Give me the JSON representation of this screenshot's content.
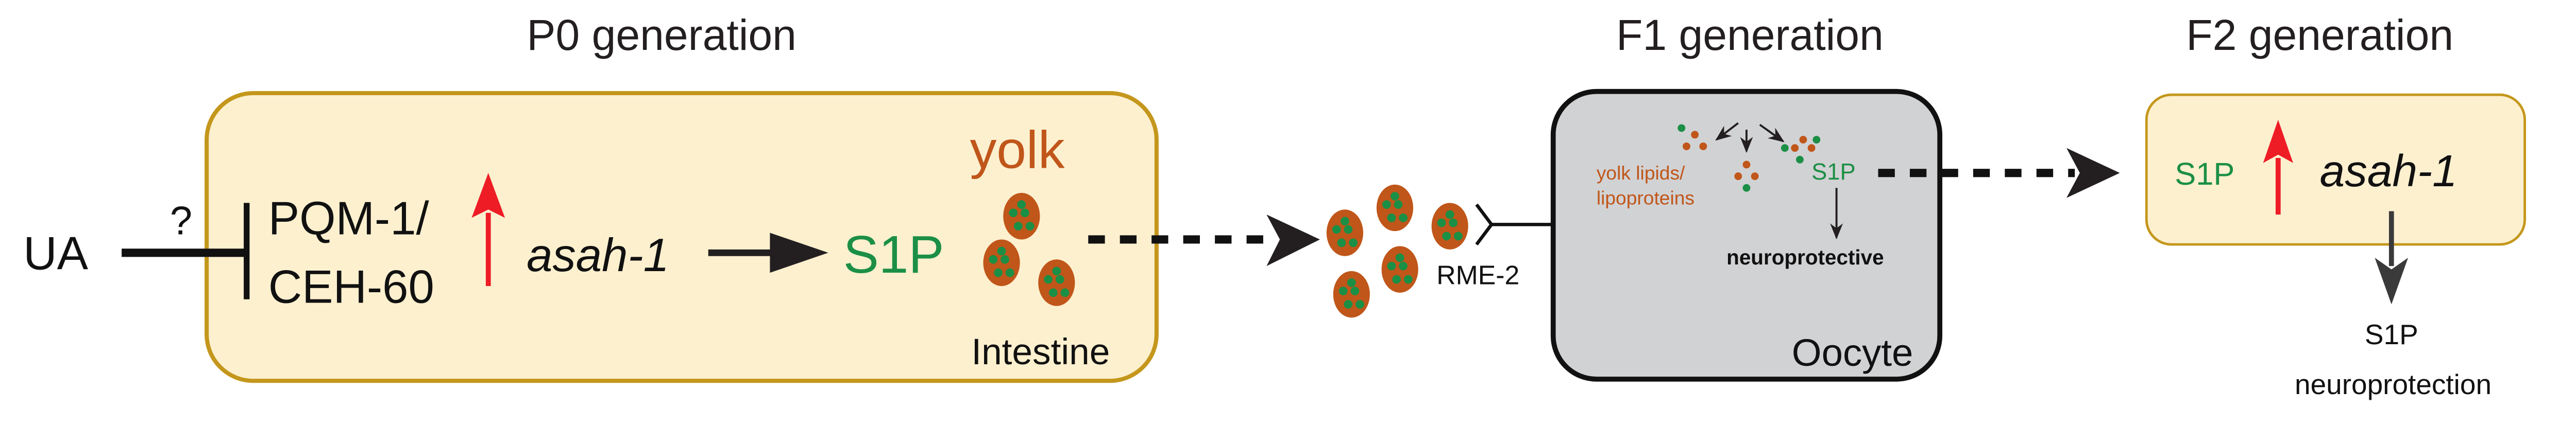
{
  "titles": {
    "p0": "P0 generation",
    "f1": "F1 generation",
    "f2": "F2 generation"
  },
  "p0": {
    "input": "UA",
    "uncertain": "?",
    "tf_line1": "PQM-1/",
    "tf_line2": "CEH-60",
    "gene": "asah-1",
    "product": "S1P",
    "yolk_label": "yolk",
    "tissue": "Intestine"
  },
  "transport": {
    "receptor": "RME-2"
  },
  "f1": {
    "yolk_line1": "yolk lipids/",
    "yolk_line2": "lipoproteins",
    "product": "S1P",
    "effect": "neuroprotective",
    "cell": "Oocyte"
  },
  "f2": {
    "product": "S1P",
    "gene": "asah-1",
    "outcome_line1": "S1P",
    "outcome_line2": "neuroprotection"
  },
  "colors": {
    "intestine_fill": "#fdf0cf",
    "intestine_stroke": "#c4971c",
    "oocyte_fill": "#d1d2d4",
    "oocyte_stroke": "#111111",
    "s1p_green": "#1b8f45",
    "yolk_orange": "#c0561a",
    "upregulation_red": "#ee1c25",
    "arrow_dark": "#231f20"
  }
}
